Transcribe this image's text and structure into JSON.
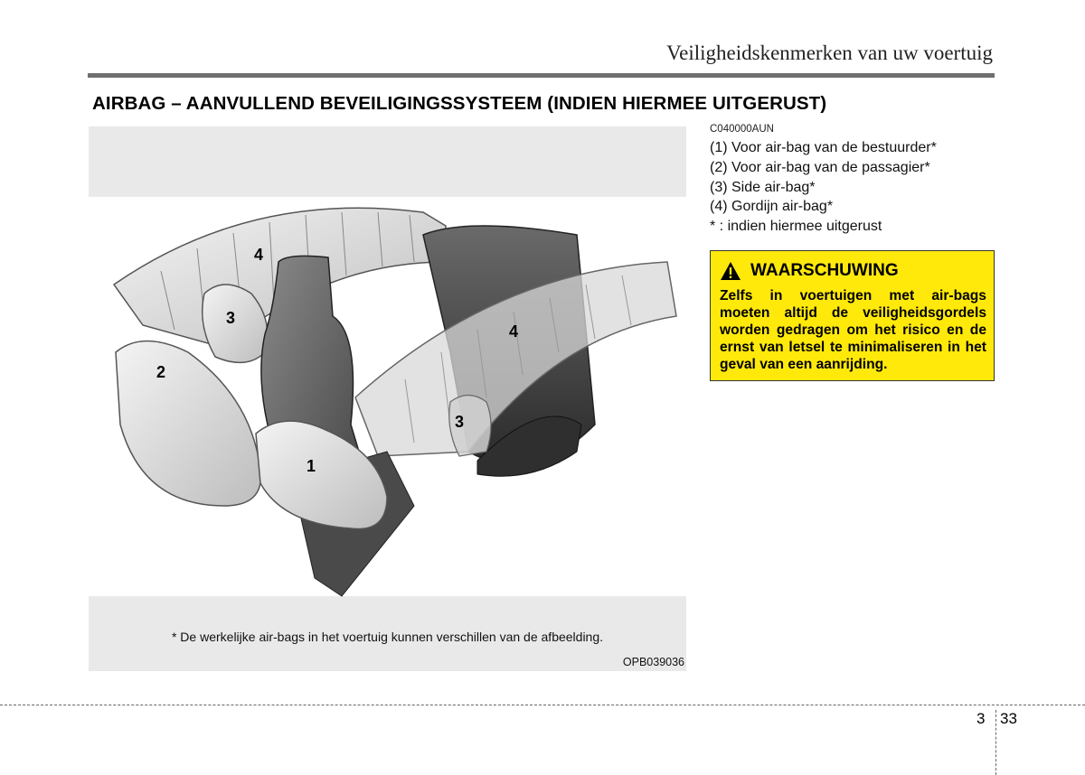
{
  "header": {
    "title": "Veiligheidskenmerken van uw voertuig"
  },
  "section": {
    "title": "AIRBAG – AANVULLEND BEVEILIGINGSSYSTEEM (INDIEN HIERMEE UITGERUST)"
  },
  "figure": {
    "caption": "* De werkelijke air-bags in het voertuig kunnen verschillen van de afbeelding.",
    "code": "OPB039036",
    "callouts": [
      "4",
      "3",
      "2",
      "1",
      "4",
      "3"
    ]
  },
  "legend": {
    "ref_code": "C040000AUN",
    "items": [
      "(1) Voor air-bag van de bestuurder*",
      "(2) Voor air-bag van de passagier*",
      "(3) Side air-bag*",
      "(4) Gordijn air-bag*",
      "* : indien hiermee uitgerust"
    ]
  },
  "warning": {
    "title": "WAARSCHUWING",
    "text": "Zelfs in voertuigen met air-bags moeten altijd de veiligheidsgordels worden gedragen om het risico en de ernst van letsel te minimaliseren in het geval van een aanrijding.",
    "icon": "warning-triangle-icon",
    "background": "#ffe90a"
  },
  "footer": {
    "chapter": "3",
    "page": "33"
  }
}
